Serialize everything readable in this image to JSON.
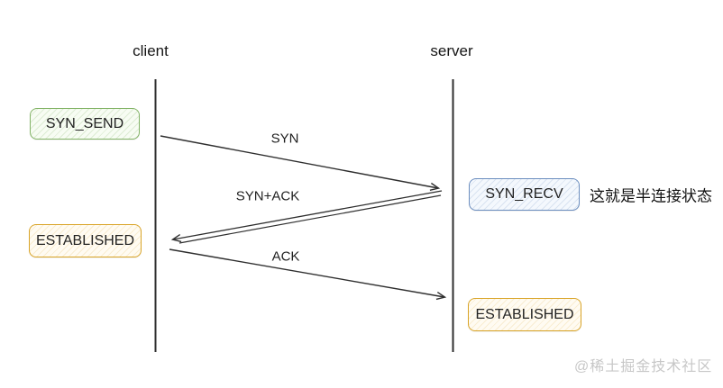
{
  "diagram": {
    "background_color": "#ffffff",
    "line_color": "#2f2f2f",
    "lifelines": [
      {
        "id": "client",
        "label": "client"
      },
      {
        "id": "server",
        "label": "server"
      }
    ],
    "states": [
      {
        "id": "syn-send",
        "label": "SYN_SEND",
        "border_color": "#82b366",
        "fill_color": "#f7fcf3"
      },
      {
        "id": "established-client",
        "label": "ESTABLISHED",
        "border_color": "#d9a427",
        "fill_color": "#fffbf2"
      },
      {
        "id": "syn-recv",
        "label": "SYN_RECV",
        "border_color": "#6c8ebf",
        "fill_color": "#f4f8fd"
      },
      {
        "id": "established-server",
        "label": "ESTABLISHED",
        "border_color": "#d9a427",
        "fill_color": "#fffbf2"
      }
    ],
    "messages": [
      {
        "label": "SYN",
        "from": "client",
        "to": "server"
      },
      {
        "label": "SYN+ACK",
        "from": "server",
        "to": "client"
      },
      {
        "label": "ACK",
        "from": "client",
        "to": "server"
      }
    ],
    "annotation": "这就是半连接状态",
    "watermark": "@稀土掘金技术社区"
  }
}
